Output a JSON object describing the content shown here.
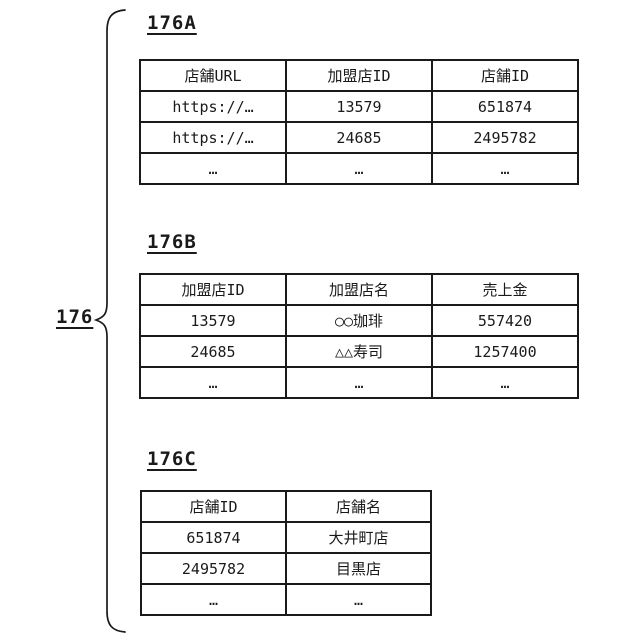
{
  "figure": {
    "brace_label": "176",
    "colors": {
      "line": "#1a1a1a",
      "background": "#ffffff"
    },
    "sections": [
      {
        "label": "176A",
        "table": {
          "headers": [
            "店舗URL",
            "加盟店ID",
            "店舗ID"
          ],
          "rows": [
            [
              "https://…",
              "13579",
              "651874"
            ],
            [
              "https://…",
              "24685",
              "2495782"
            ],
            [
              "…",
              "…",
              "…"
            ]
          ]
        }
      },
      {
        "label": "176B",
        "table": {
          "headers": [
            "加盟店ID",
            "加盟店名",
            "売上金"
          ],
          "rows": [
            [
              "13579",
              "○○珈琲",
              "557420"
            ],
            [
              "24685",
              "△△寿司",
              "1257400"
            ],
            [
              "…",
              "…",
              "…"
            ]
          ]
        }
      },
      {
        "label": "176C",
        "table": {
          "headers": [
            "店舗ID",
            "店舗名"
          ],
          "rows": [
            [
              "651874",
              "大井町店"
            ],
            [
              "2495782",
              "目黒店"
            ],
            [
              "…",
              "…"
            ]
          ]
        }
      }
    ]
  }
}
